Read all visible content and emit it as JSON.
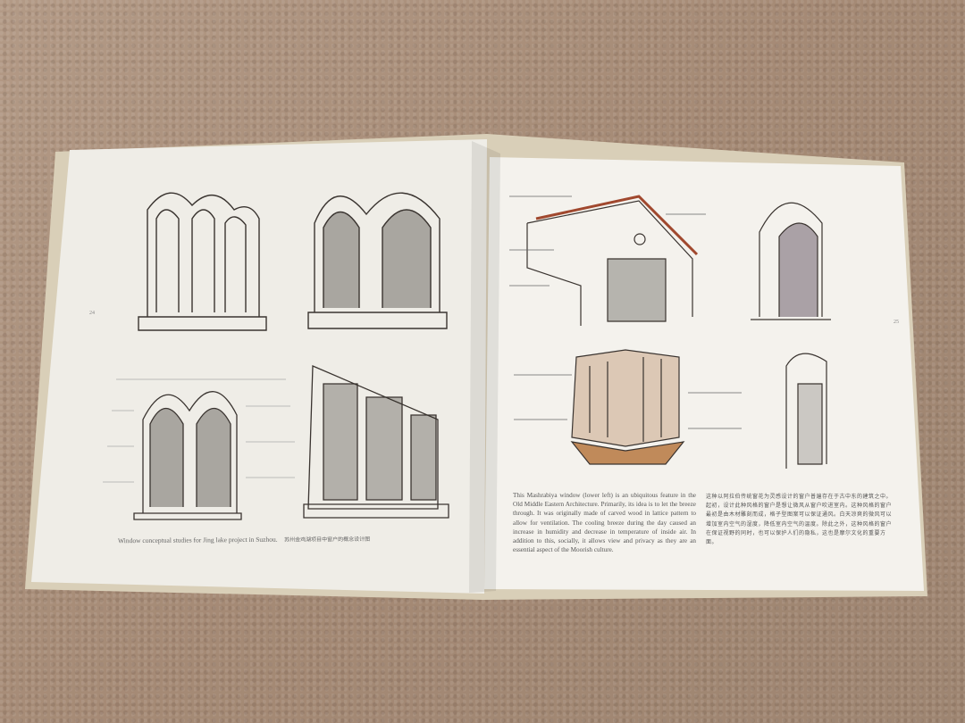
{
  "left_page": {
    "page_number": "24",
    "caption_en": "Window conceptual studies for Jing lake project in Suzhou.",
    "caption_zh": "苏州金鸡湖项目中窗户的概念设计图"
  },
  "right_page": {
    "page_number": "25",
    "paragraph_en": "This Mashrabiya window (lower left) is an ubiquitous feature in the Old Middle Eastern Architecture. Primarily, its idea is to let the breeze through. It was originally made of carved wood in lattice pattern to allow for ventilation. The cooling breeze during the day caused an increase in humidity and decrease in temperature of inside air. In addition to this, socially, it allows view and privacy as they are an essential aspect of the Moorish culture.",
    "paragraph_zh": "这种以阿拉伯传统窗花为灵感设计的窗户普遍存在于古中东的建筑之中。起初，设计此种风格的窗户是想让微风从窗户吹进室内。这种风格的窗户最初是由木材雕刻而成，格子型图案可以保证通风。白天凉爽的微风可以增加室内空气的湿度，降低室内空气的温度。除此之外，这种风格的窗户在保证视野的同时，也可以保护人们的隐私，这也是摩尔文化的重要方面。"
  },
  "colors": {
    "carpet": "#a88f7c",
    "page": "#f3f1ec",
    "ink": "#3a3430",
    "wood": "#b07a4e"
  }
}
